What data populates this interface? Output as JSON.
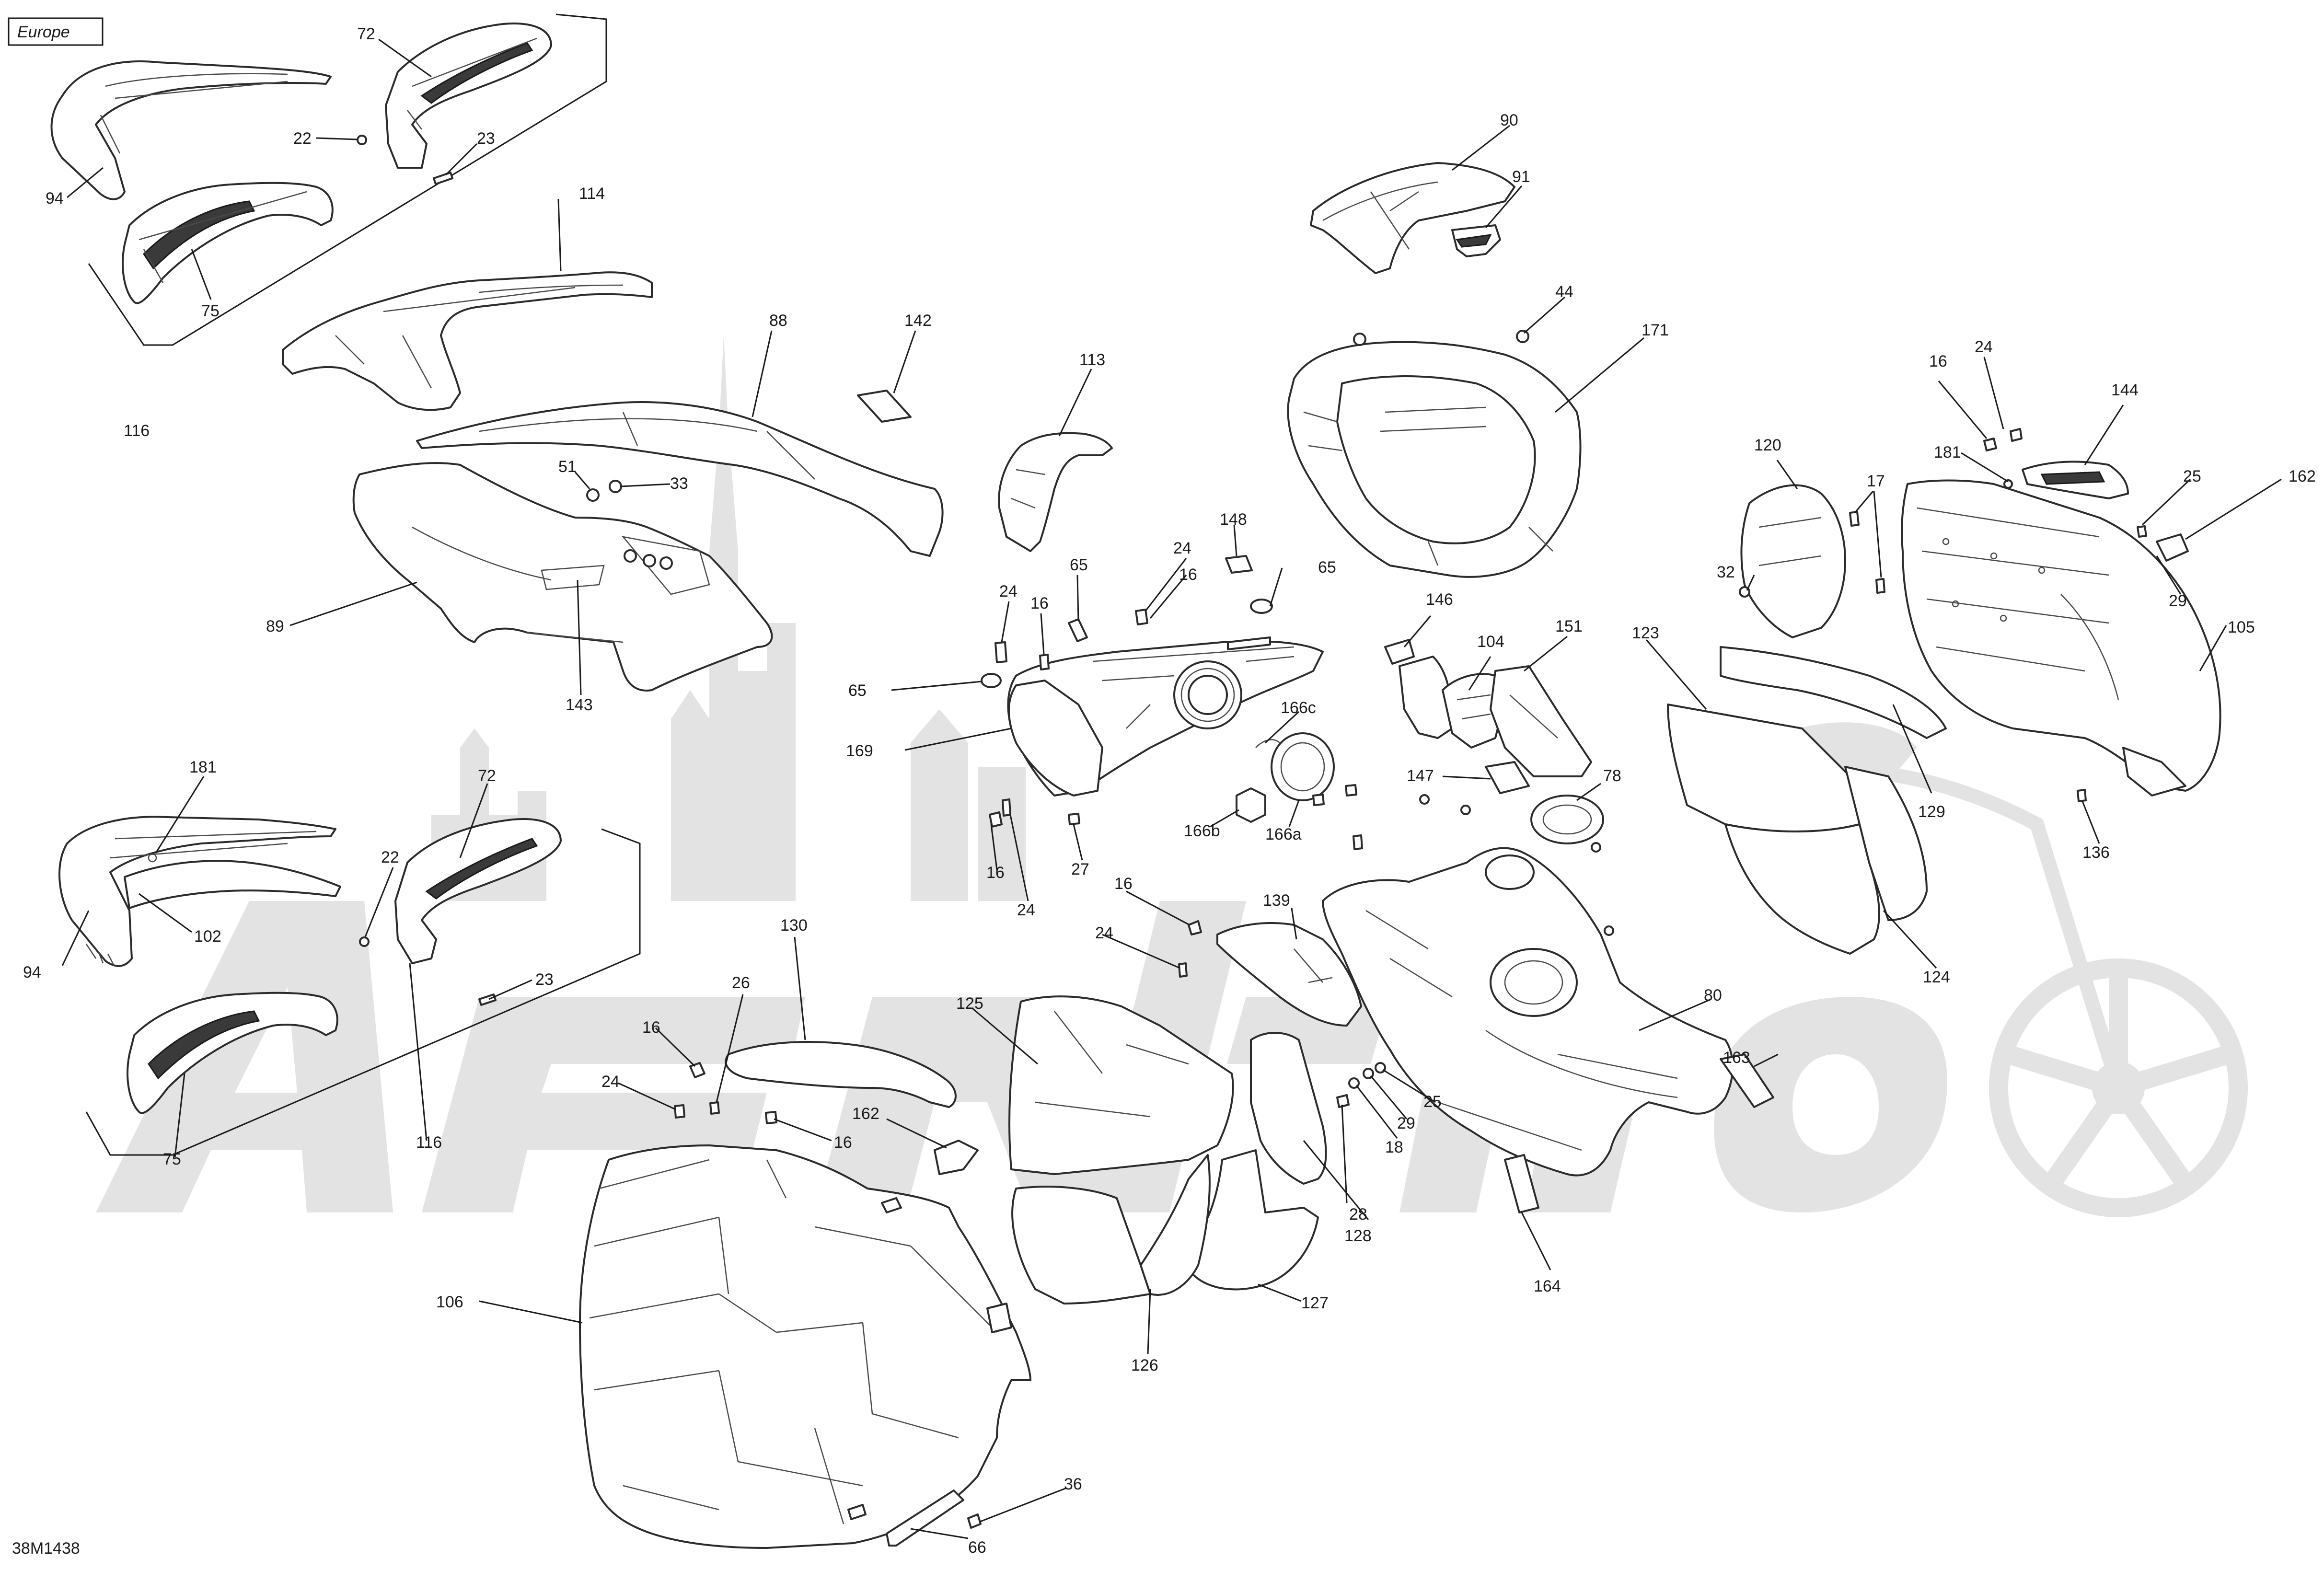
{
  "region_label": "Europe",
  "diagram_id": "38M1438",
  "callouts": {
    "c94a": "94",
    "c72a": "72",
    "c22a": "22",
    "c23a": "23",
    "c75a": "75",
    "c116a": "116",
    "c114": "114",
    "c88": "88",
    "c142": "142",
    "c51": "51",
    "c33": "33",
    "c89": "89",
    "c143": "143",
    "c113": "113",
    "c90": "90",
    "c91": "91",
    "c44": "44",
    "c171": "171",
    "c24a": "24",
    "c16a": "16",
    "c148": "148",
    "c65a": "65",
    "c65b": "65",
    "c24b": "24",
    "c16b": "16",
    "c65c": "65",
    "c169": "169",
    "c166c": "166c",
    "c166b": "166b",
    "c166a": "166a",
    "c16c": "16",
    "c24c": "24",
    "c27": "27",
    "c146": "146",
    "c104": "104",
    "c151": "151",
    "c147": "147",
    "c78": "78",
    "c24d": "24",
    "c16d": "16",
    "c181a": "181",
    "c144": "144",
    "c120": "120",
    "c17": "17",
    "c32": "32",
    "c25a": "25",
    "c162a": "162",
    "c29a": "29",
    "c105": "105",
    "c123": "123",
    "c129": "129",
    "c136": "136",
    "c124": "124",
    "c181b": "181",
    "c72b": "72",
    "c22b": "22",
    "c94b": "94",
    "c102": "102",
    "c23b": "23",
    "c75b": "75",
    "c116b": "116",
    "c130": "130",
    "c26": "26",
    "c16e": "16",
    "c24e": "24",
    "c16f": "16",
    "c162b": "162",
    "c125": "125",
    "c16g": "16",
    "c24f": "24",
    "c139": "139",
    "c80": "80",
    "c25b": "25",
    "c29b": "29",
    "c18": "18",
    "c28": "28",
    "c128": "128",
    "c163": "163",
    "c164": "164",
    "c106": "106",
    "c127": "127",
    "c126": "126",
    "c36": "36",
    "c66": "66"
  },
  "watermark": {
    "color": "#e3e3e3"
  },
  "colors": {
    "line": "#2b2b2b",
    "text": "#1a1a1a",
    "background": "#ffffff"
  }
}
